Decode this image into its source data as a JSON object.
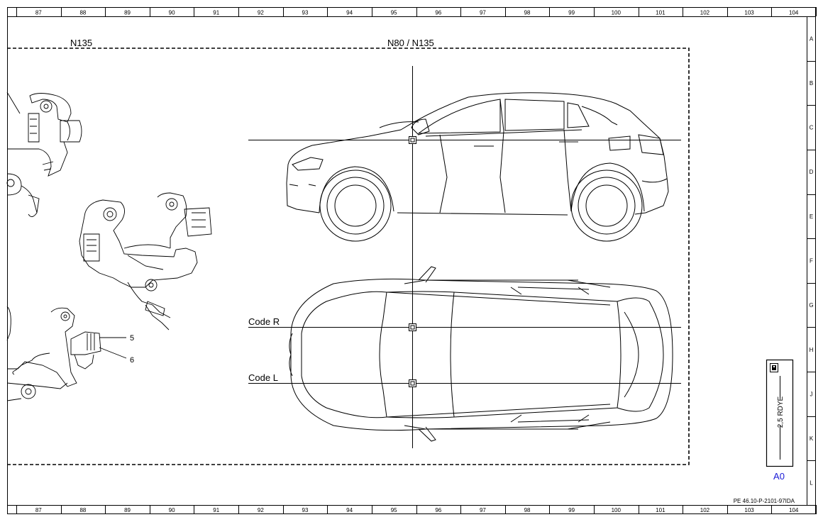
{
  "ruler": {
    "columns": [
      "87",
      "88",
      "89",
      "90",
      "91",
      "92",
      "93",
      "94",
      "95",
      "96",
      "97",
      "98",
      "99",
      "100",
      "101",
      "102",
      "103",
      "104"
    ],
    "rows": [
      "A",
      "B",
      "C",
      "D",
      "E",
      "F",
      "G",
      "H",
      "J",
      "K",
      "L"
    ]
  },
  "labels": {
    "n135": "N135",
    "n80_n135": "N80 / N135",
    "code_r": "Code R",
    "code_l": "Code L",
    "callout_5": "5",
    "callout_6": "6"
  },
  "wire_box": {
    "spec": "2,5 RDYE",
    "icon": "info-icon",
    "pin": "A0",
    "pin_color": "#1a1ad6"
  },
  "document_id": "PE 46.10-P-2101-97IDA"
}
